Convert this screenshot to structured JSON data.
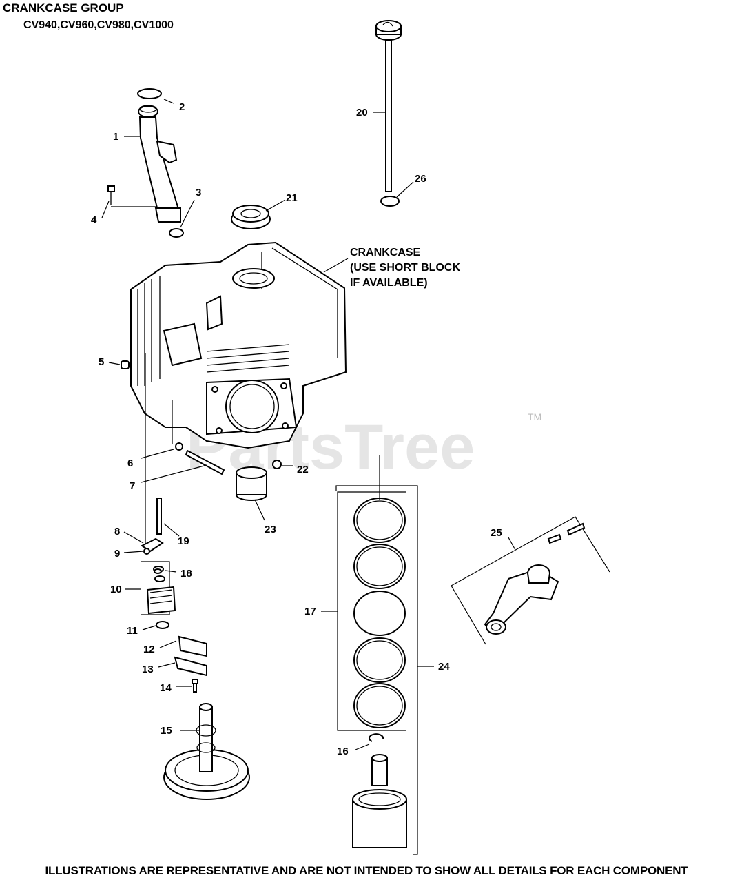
{
  "header": {
    "title": "CRANKCASE GROUP",
    "subtitle": "CV940,CV960,CV980,CV1000"
  },
  "note": {
    "line1": "CRANKCASE",
    "line2": "(USE SHORT BLOCK",
    "line3": "IF AVAILABLE)"
  },
  "watermark": {
    "text": "PartsTree",
    "tm": "TM"
  },
  "callouts": {
    "c1": "1",
    "c2": "2",
    "c3": "3",
    "c4": "4",
    "c5": "5",
    "c6": "6",
    "c7": "7",
    "c8": "8",
    "c9": "9",
    "c10": "10",
    "c11": "11",
    "c12": "12",
    "c13": "13",
    "c14": "14",
    "c15": "15",
    "c16": "16",
    "c17": "17",
    "c18": "18",
    "c19": "19",
    "c20": "20",
    "c21": "21",
    "c22": "22",
    "c23": "23",
    "c24": "24",
    "c25": "25",
    "c26": "26"
  },
  "footer": {
    "disclaimer": "ILLUSTRATIONS ARE REPRESENTATIVE AND ARE NOT INTENDED TO SHOW ALL DETAILS FOR EACH COMPONENT"
  }
}
